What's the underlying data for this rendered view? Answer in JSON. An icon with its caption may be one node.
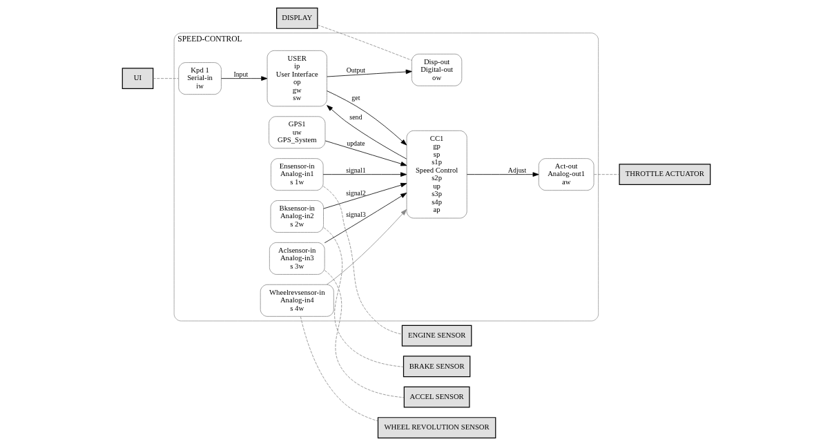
{
  "diagram": {
    "nodes": [
      {
        "text": [
          "SPEED-CONTROL"
        ]
      },
      {
        "text": [
          "UI"
        ]
      },
      {
        "text": [
          "DISPLAY"
        ]
      },
      {
        "text": [
          "ENGINE SENSOR"
        ]
      },
      {
        "text": [
          "BRAKE SENSOR"
        ]
      },
      {
        "text": [
          "ACCEL SENSOR"
        ]
      },
      {
        "text": [
          "THROTTLE ACTUATOR"
        ]
      },
      {
        "text": [
          "WHEEL REVOLUTION SENSOR"
        ]
      },
      {
        "text": [
          "Kpd 1",
          "Serial-in",
          "iw"
        ],
        "in": 0
      },
      {
        "text": [
          "Disp-out",
          "Digital-out",
          "ow"
        ],
        "in": 0
      },
      {
        "text": [
          "USER",
          "ip",
          "User Interface",
          "op",
          "gw",
          "sw"
        ],
        "in": 0
      },
      {
        "text": [
          "CC1",
          "gp",
          "sp",
          "s1p",
          "Speed Control",
          "s2p",
          "up",
          "s3p",
          "s4p",
          "ap"
        ],
        "in": 0
      },
      {
        "text": [
          "GPS1",
          "uw",
          "GPS_System"
        ],
        "in": 0
      },
      {
        "text": [
          "Ensensor-in",
          "Analog-in1",
          "s 1w"
        ],
        "in": 0
      },
      {
        "text": [
          "Bksensor-in",
          "Analog-in2",
          "s 2w"
        ],
        "in": 0
      },
      {
        "text": [
          "Aclsensor-in",
          "Analog-in3",
          "s 3w"
        ],
        "in": 0
      },
      {
        "text": [
          "Act-out",
          "Analog-out1",
          "aw"
        ],
        "in": 0
      },
      {
        "text": [
          "Wheelrevsensor-in",
          "Analog-in4",
          "s 4w"
        ],
        "in": 0
      }
    ],
    "edges": [
      {
        "from": 1,
        "to": 8,
        "arrow": "none",
        "style": "dashed",
        "color": "#888888"
      },
      {
        "from": 2,
        "to": 9,
        "arrow": "none",
        "style": "dashed",
        "color": "#888888"
      },
      {
        "from": 13,
        "to": 3,
        "arrow": "none",
        "style": "dashed",
        "color": "#888888"
      },
      {
        "from": 14,
        "to": 4,
        "arrow": "none",
        "style": "dashed",
        "color": "#888888"
      },
      {
        "from": 15,
        "to": 5,
        "arrow": "none",
        "style": "dashed",
        "color": "#888888"
      },
      {
        "from": 16,
        "to": 6,
        "arrow": "none",
        "style": "dashed",
        "color": "#888888"
      },
      {
        "from": 17,
        "to": 7,
        "arrow": "none",
        "style": "dashed",
        "color": "#888888"
      },
      {
        "from": 8,
        "to": 10,
        "arrow": "to",
        "label": "Input"
      },
      {
        "from": 10,
        "to": 9,
        "arrow": "to",
        "label": "Output"
      },
      {
        "from": 10,
        "to": 11,
        "arrow": "to",
        "label": "get"
      },
      {
        "from": 11,
        "to": 10,
        "arrow": "to",
        "label": "send"
      },
      {
        "from": 13,
        "to": 11,
        "arrow": "to",
        "label": "signal1"
      },
      {
        "from": 14,
        "to": 11,
        "arrow": "to",
        "label": "signal2"
      },
      {
        "from": 15,
        "to": 11,
        "arrow": "to",
        "label": "signal3"
      },
      {
        "from": 11,
        "to": 16,
        "arrow": "to",
        "label": "Adjust"
      },
      {
        "from": 17,
        "to": 11,
        "arrow": "to",
        "color": "#888888"
      },
      {
        "from": 12,
        "to": 11,
        "arrow": "to",
        "label": "update"
      }
    ]
  }
}
